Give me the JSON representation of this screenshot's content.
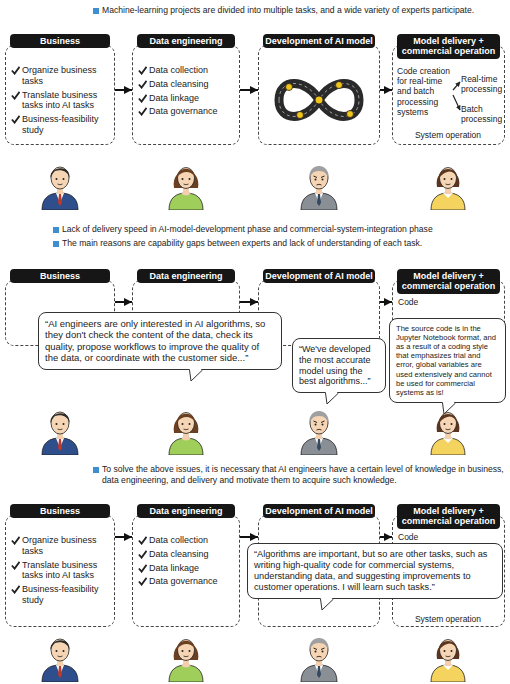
{
  "diagram": {
    "nodes": [
      {
        "text": [
          "Business",
          "Organize business tasks",
          "Translate business tasks into AI tasks",
          "Business-feasibility study"
        ]
      },
      {
        "text": [
          "Data engineering",
          "Data collection",
          "Data cleansing",
          "Data linkage",
          "Data governance"
        ]
      },
      {
        "text": [
          "Development of AI model"
        ]
      },
      {
        "text": [
          "Model delivery + commercial operation",
          "Code creation for real-time and batch processing systems",
          "Real-time processing",
          "Batch processing",
          "System operation"
        ]
      },
      {
        "text": [
          "Business"
        ]
      },
      {
        "text": [
          "Data engineering"
        ]
      },
      {
        "text": [
          "Development of AI model"
        ]
      },
      {
        "text": [
          "Model delivery + commercial operation",
          "Code"
        ]
      },
      {
        "text": [
          "“AI engineers are only interested in AI algorithms, so they don't check the content of the data, check its quality, propose workflows to improve the quality of the data, or coordinate with the customer side...”"
        ]
      },
      {
        "text": [
          "“We've developed the most accurate model using the best algorithms...”"
        ]
      },
      {
        "text": [
          "The source code is in the Jupyter Notebook format, and as a result of a coding style that emphasizes trial and error, global variables are used extensively and cannot be used for commercial systems as is!"
        ]
      },
      {
        "text": [
          "Business",
          "Organize business tasks",
          "Translate business tasks into AI tasks",
          "Business-feasibility study"
        ]
      },
      {
        "text": [
          "Data engineering",
          "Data collection",
          "Data cleansing",
          "Data linkage",
          "Data governance"
        ]
      },
      {
        "text": [
          "Development of AI model"
        ]
      },
      {
        "text": [
          "Model delivery + commercial operation",
          "Code",
          "System operation"
        ]
      },
      {
        "text": [
          "“Algorithms are important, but so are other tasks, such as writing high-quality code for commercial systems, understanding data, and suggesting improvements to customer operations. I will learn such tasks.”"
        ]
      }
    ],
    "edges": [
      {
        "from": 0,
        "to": 1,
        "arrow": "to"
      },
      {
        "from": 1,
        "to": 2,
        "arrow": "to"
      },
      {
        "from": 2,
        "to": 3,
        "arrow": "to"
      },
      {
        "from": 4,
        "to": 5,
        "arrow": "to"
      },
      {
        "from": 5,
        "to": 6,
        "arrow": "to"
      },
      {
        "from": 6,
        "to": 7,
        "arrow": "to"
      },
      {
        "from": 11,
        "to": 12,
        "arrow": "to"
      },
      {
        "from": 12,
        "to": 13,
        "arrow": "to"
      },
      {
        "from": 13,
        "to": 14,
        "arrow": "to"
      }
    ],
    "labels": [
      "Machine-learning projects are divided into multiple tasks, and a wide variety of experts participate.",
      "Lack of delivery speed in AI-model-development phase and commercial-system-integration phase",
      "The main reasons are capability gaps between experts and lack of understanding of each task.",
      "To solve the above issues, it is necessary that AI engineers have a certain level of knowledge in business, data engineering, and delivery and motivate them to acquire such knowledge."
    ]
  }
}
